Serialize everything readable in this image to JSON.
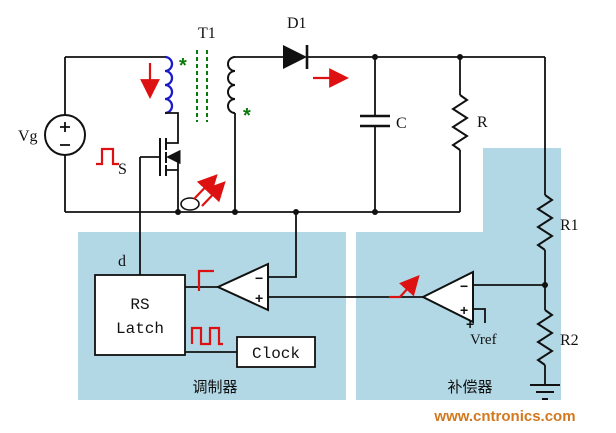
{
  "diagram": {
    "title_hint": "flyback converter with current-mode control",
    "labels": {
      "vg": "Vg",
      "t1": "T1",
      "d1": "D1",
      "cap": "C",
      "load": "R",
      "r1": "R1",
      "r2": "R2",
      "switch": "S",
      "duty": "d",
      "vref": "Vref",
      "clock": "Clock",
      "rs1": "RS",
      "rs2": "Latch",
      "modulator": "调制器",
      "compensator": "补偿器",
      "star": "*",
      "plus": "+",
      "minus": "−"
    },
    "watermark": "www.cntronics.com",
    "colors": {
      "region_blue": "#b2d8e6",
      "accent_red": "#dd1111",
      "winding_blue": "#1a1acc",
      "core_green": "#0a7a0a",
      "watermark_orange": "#d2781e",
      "line_black": "#111111"
    }
  }
}
